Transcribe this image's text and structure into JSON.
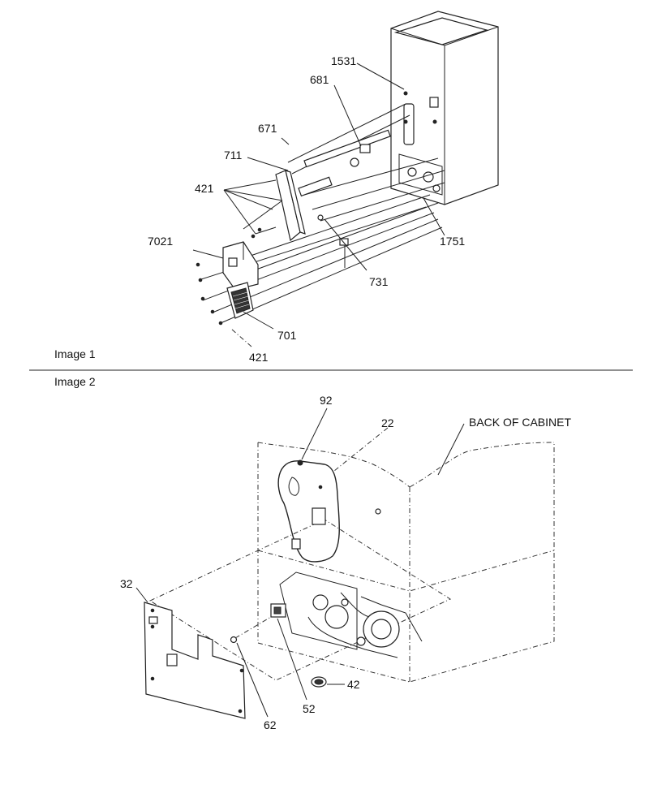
{
  "image1": {
    "caption": "Image 1",
    "callouts": {
      "c1531": "1531",
      "c681": "681",
      "c671": "671",
      "c711": "711",
      "c421a": "421",
      "c7021": "7021",
      "c1751": "1751",
      "c731": "731",
      "c701": "701",
      "c421b": "421"
    }
  },
  "image2": {
    "caption": "Image 2",
    "back_label": "BACK OF CABINET",
    "callouts": {
      "c92": "92",
      "c22": "22",
      "c32": "32",
      "c42": "42",
      "c52": "52",
      "c62": "62"
    }
  }
}
